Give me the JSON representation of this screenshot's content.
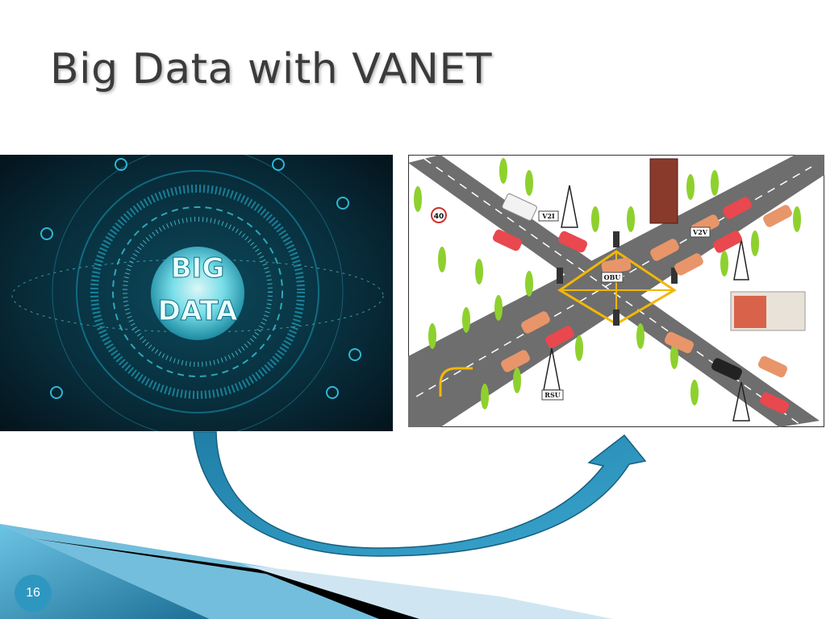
{
  "slide": {
    "title": "Big Data with VANET",
    "number": "16"
  },
  "left_image": {
    "text_line1": "BIG",
    "text_line2": "DATA"
  },
  "right_image": {
    "speed_sign": "40",
    "labels": {
      "v2i": "V2I",
      "v2v": "V2V",
      "obu": "OBU",
      "rsu": "RSU"
    }
  },
  "colors": {
    "title": "#3b3b3b",
    "accent": "#2e97c0",
    "arrow": "#2a8db5",
    "road": "#6e6e6e"
  }
}
